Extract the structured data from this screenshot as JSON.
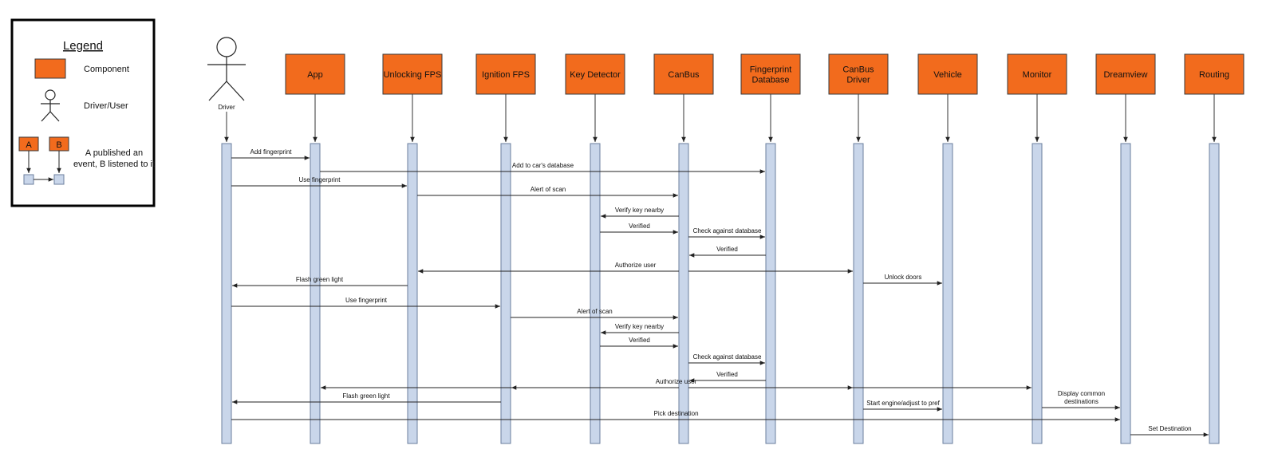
{
  "legend": {
    "title": "Legend",
    "component_label": "Component",
    "driver_label": "Driver/User",
    "event_label_line1": "A published an",
    "event_label_line2": "event, B listened to it",
    "box_a": "A",
    "box_b": "B"
  },
  "actor": {
    "label": "Driver"
  },
  "participants": [
    {
      "id": "app",
      "lines": [
        "App"
      ]
    },
    {
      "id": "unlocking",
      "lines": [
        "Unlocking FPS"
      ]
    },
    {
      "id": "ignition",
      "lines": [
        "Ignition FPS"
      ]
    },
    {
      "id": "keydet",
      "lines": [
        "Key Detector"
      ]
    },
    {
      "id": "canbus",
      "lines": [
        "CanBus"
      ]
    },
    {
      "id": "fpdb",
      "lines": [
        "Fingerprint",
        "Database"
      ]
    },
    {
      "id": "canbusdrv",
      "lines": [
        "CanBus",
        "Driver"
      ]
    },
    {
      "id": "vehicle",
      "lines": [
        "Vehicle"
      ]
    },
    {
      "id": "monitor",
      "lines": [
        "Monitor"
      ]
    },
    {
      "id": "dreamview",
      "lines": [
        "Dreamview"
      ]
    },
    {
      "id": "routing",
      "lines": [
        "Routing"
      ]
    }
  ],
  "messages": [
    {
      "from": "driver",
      "to": "app",
      "lines": [
        "Add fingerprint"
      ]
    },
    {
      "from": "app",
      "to": "fpdb",
      "lines": [
        "Add to car's database"
      ]
    },
    {
      "from": "driver",
      "to": "unlocking",
      "lines": [
        "Use fingerprint"
      ]
    },
    {
      "from": "unlocking",
      "to": "canbus",
      "lines": [
        "Alert of scan"
      ]
    },
    {
      "from": "canbus",
      "to": "keydet",
      "lines": [
        "Verify key nearby"
      ]
    },
    {
      "from": "keydet",
      "to": "canbus",
      "lines": [
        "Verified"
      ]
    },
    {
      "from": "canbus",
      "to": "fpdb",
      "lines": [
        "Check against database"
      ]
    },
    {
      "from": "fpdb",
      "to": "canbus",
      "lines": [
        "Verified"
      ]
    },
    {
      "from": "canbus",
      "to": [
        "unlocking",
        "canbusdrv"
      ],
      "lines": [
        "Authorize user"
      ]
    },
    {
      "from": "canbusdrv",
      "to": "vehicle",
      "lines": [
        "Unlock doors"
      ]
    },
    {
      "from": "unlocking",
      "to": "driver",
      "lines": [
        "Flash green light"
      ]
    },
    {
      "from": "driver",
      "to": "ignition",
      "lines": [
        "Use fingerprint"
      ]
    },
    {
      "from": "ignition",
      "to": "canbus",
      "lines": [
        "Alert of scan"
      ]
    },
    {
      "from": "canbus",
      "to": "keydet",
      "lines": [
        "Verify key nearby"
      ]
    },
    {
      "from": "keydet",
      "to": "canbus",
      "lines": [
        "Verified"
      ]
    },
    {
      "from": "canbus",
      "to": "fpdb",
      "lines": [
        "Check against database"
      ]
    },
    {
      "from": "fpdb",
      "to": "canbus",
      "lines": [
        "Verified"
      ]
    },
    {
      "from": "canbus",
      "to": [
        "app",
        "ignition",
        "canbusdrv",
        "monitor"
      ],
      "lines": [
        "Authorize user"
      ]
    },
    {
      "from": "monitor",
      "to": "dreamview",
      "lines": [
        "Display common",
        "destinations"
      ]
    },
    {
      "from": "ignition",
      "to": "driver",
      "lines": [
        "Flash green light"
      ]
    },
    {
      "from": "canbusdrv",
      "to": "vehicle",
      "lines": [
        "Start engine/adjust to pref"
      ]
    },
    {
      "from": "driver",
      "to": "dreamview",
      "lines": [
        "Pick destination"
      ]
    },
    {
      "from": "dreamview",
      "to": "routing",
      "lines": [
        "Set Destination"
      ]
    }
  ]
}
